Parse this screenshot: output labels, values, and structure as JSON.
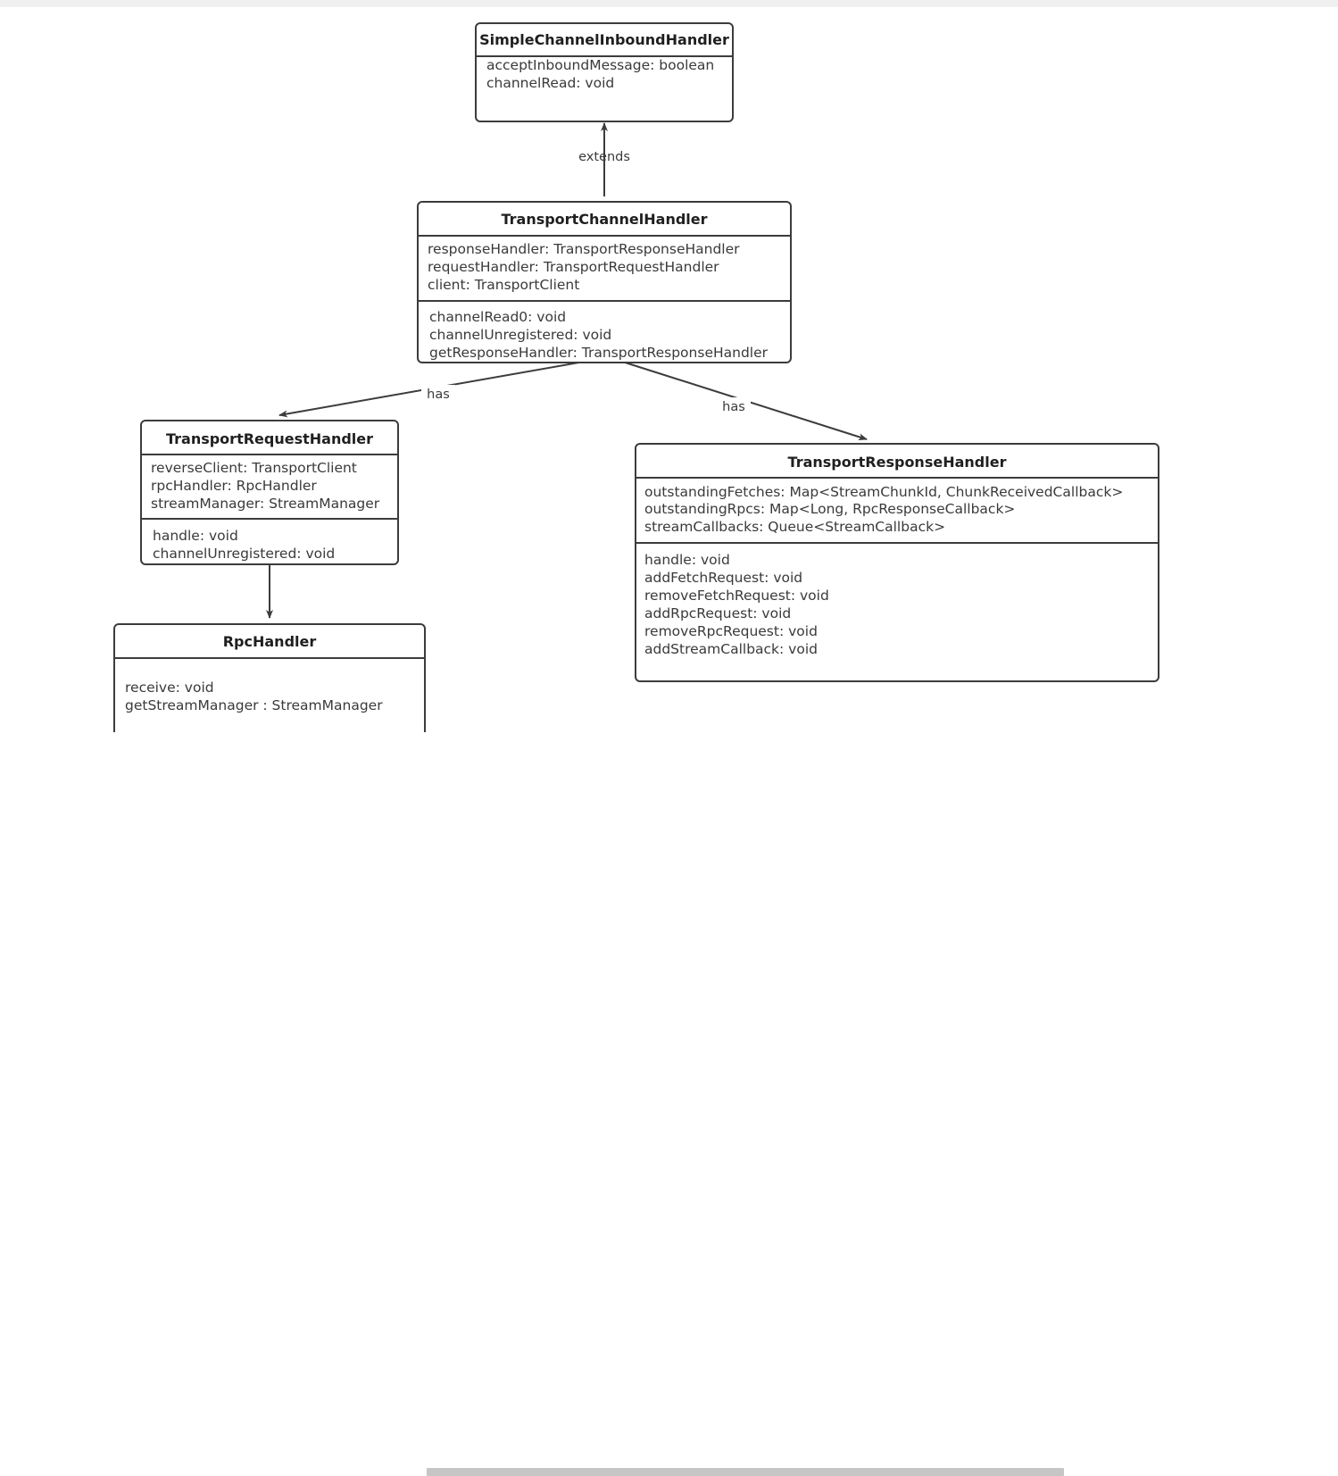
{
  "diagram": {
    "type": "uml-class-diagram",
    "classes": [
      {
        "id": "simple-channel-inbound-handler",
        "name": "SimpleChannelInboundHandler",
        "attributes": [
          "acceptInboundMessage: boolean",
          "channelRead: void"
        ],
        "methods": []
      },
      {
        "id": "transport-channel-handler",
        "name": "TransportChannelHandler",
        "attributes": [
          "responseHandler: TransportResponseHandler",
          "requestHandler: TransportRequestHandler",
          "client: TransportClient"
        ],
        "methods": [
          "channelRead0: void",
          "channelUnregistered: void",
          "getResponseHandler: TransportResponseHandler"
        ]
      },
      {
        "id": "transport-request-handler",
        "name": "TransportRequestHandler",
        "attributes": [
          "reverseClient: TransportClient",
          "rpcHandler: RpcHandler",
          "streamManager: StreamManager"
        ],
        "methods": [
          "handle: void",
          "channelUnregistered: void"
        ]
      },
      {
        "id": "transport-response-handler",
        "name": "TransportResponseHandler",
        "attributes": [
          "outstandingFetches: Map<StreamChunkId, ChunkReceivedCallback>",
          "outstandingRpcs: Map<Long, RpcResponseCallback>",
          "streamCallbacks: Queue<StreamCallback>"
        ],
        "methods": [
          "handle: void",
          "addFetchRequest: void",
          "removeFetchRequest: void",
          "addRpcRequest: void",
          "removeRpcRequest: void",
          "addStreamCallback: void"
        ]
      },
      {
        "id": "rpc-handler",
        "name": "RpcHandler",
        "attributes": [
          "receive: void",
          "getStreamManager :  StreamManager"
        ],
        "methods": []
      }
    ],
    "edges": [
      {
        "id": "edge-extends",
        "from": "transport-channel-handler",
        "to": "simple-channel-inbound-handler",
        "label": "extends"
      },
      {
        "id": "edge-has-request",
        "from": "transport-channel-handler",
        "to": "transport-request-handler",
        "label": "has"
      },
      {
        "id": "edge-has-response",
        "from": "transport-channel-handler",
        "to": "transport-response-handler",
        "label": "has"
      },
      {
        "id": "edge-request-to-rpc",
        "from": "transport-request-handler",
        "to": "rpc-handler",
        "label": ""
      }
    ],
    "colors": {
      "box_border": "#3c3c3c",
      "box_fill": "#ffffff",
      "title_text": "#1f1f1f",
      "member_text": "#3a3a3a",
      "edge_line": "#3c3c3c",
      "scrollbar_thumb": "#c6c6c6",
      "top_strip": "#f0f0f0"
    }
  }
}
